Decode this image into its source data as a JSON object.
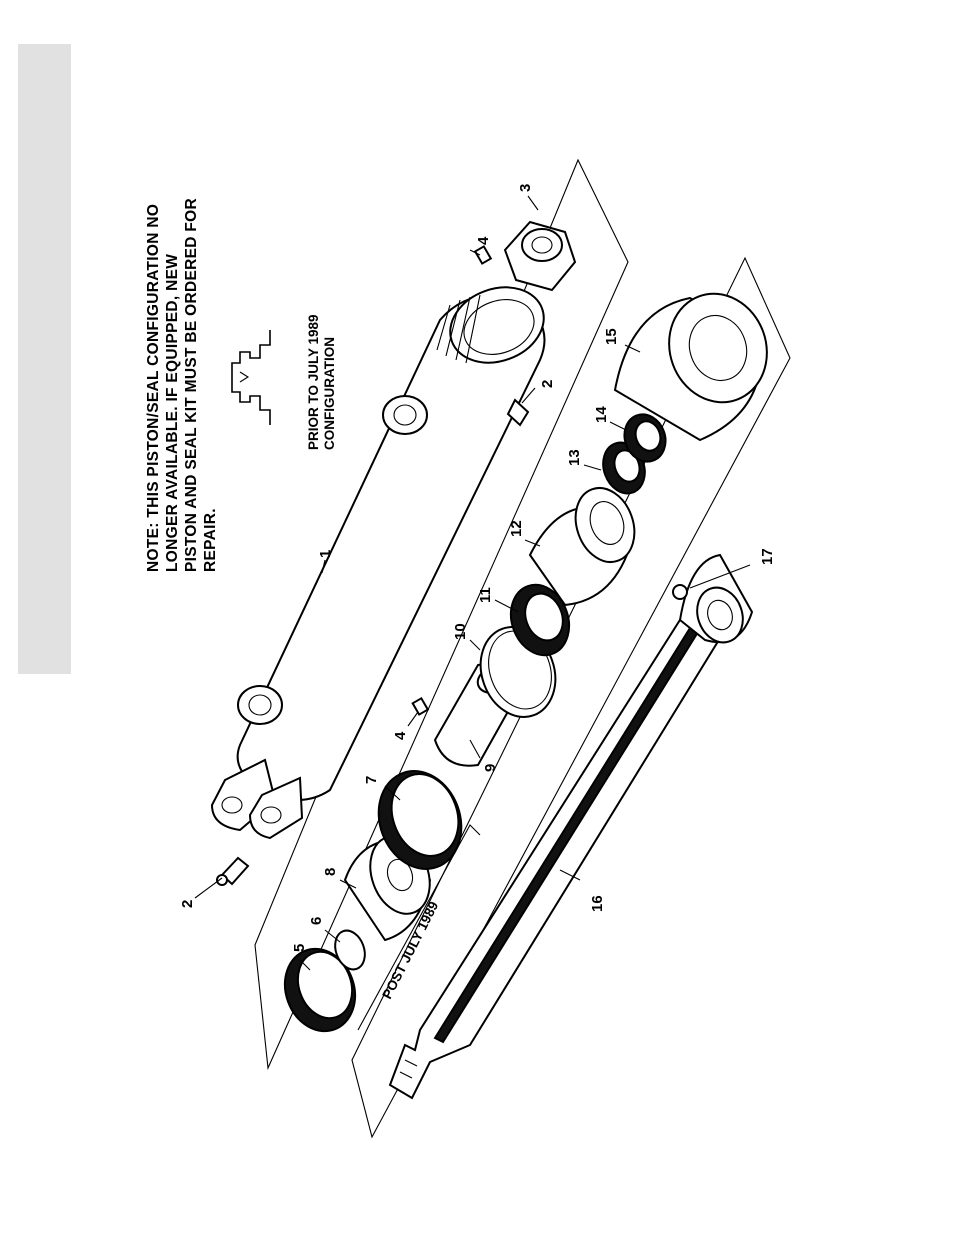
{
  "note": {
    "lines": [
      "NOTE: THIS PISTON/SEAL CONFIGURATION NO",
      "LONGER   AVAILABLE.   IF   EQUIPPED,   NEW",
      "PISTON AND SEAL KIT MUST BE ORDERED FOR",
      "REPAIR."
    ]
  },
  "config_labels": {
    "prior": [
      "PRIOR TO JULY 1989",
      "CONFIGURATION"
    ],
    "post": "POST JULY 1989"
  },
  "callouts": [
    "1",
    "2",
    "2",
    "3",
    "4",
    "4",
    "5",
    "6",
    "7",
    "8",
    "9",
    "10",
    "11",
    "12",
    "13",
    "14",
    "15",
    "16",
    "17"
  ]
}
